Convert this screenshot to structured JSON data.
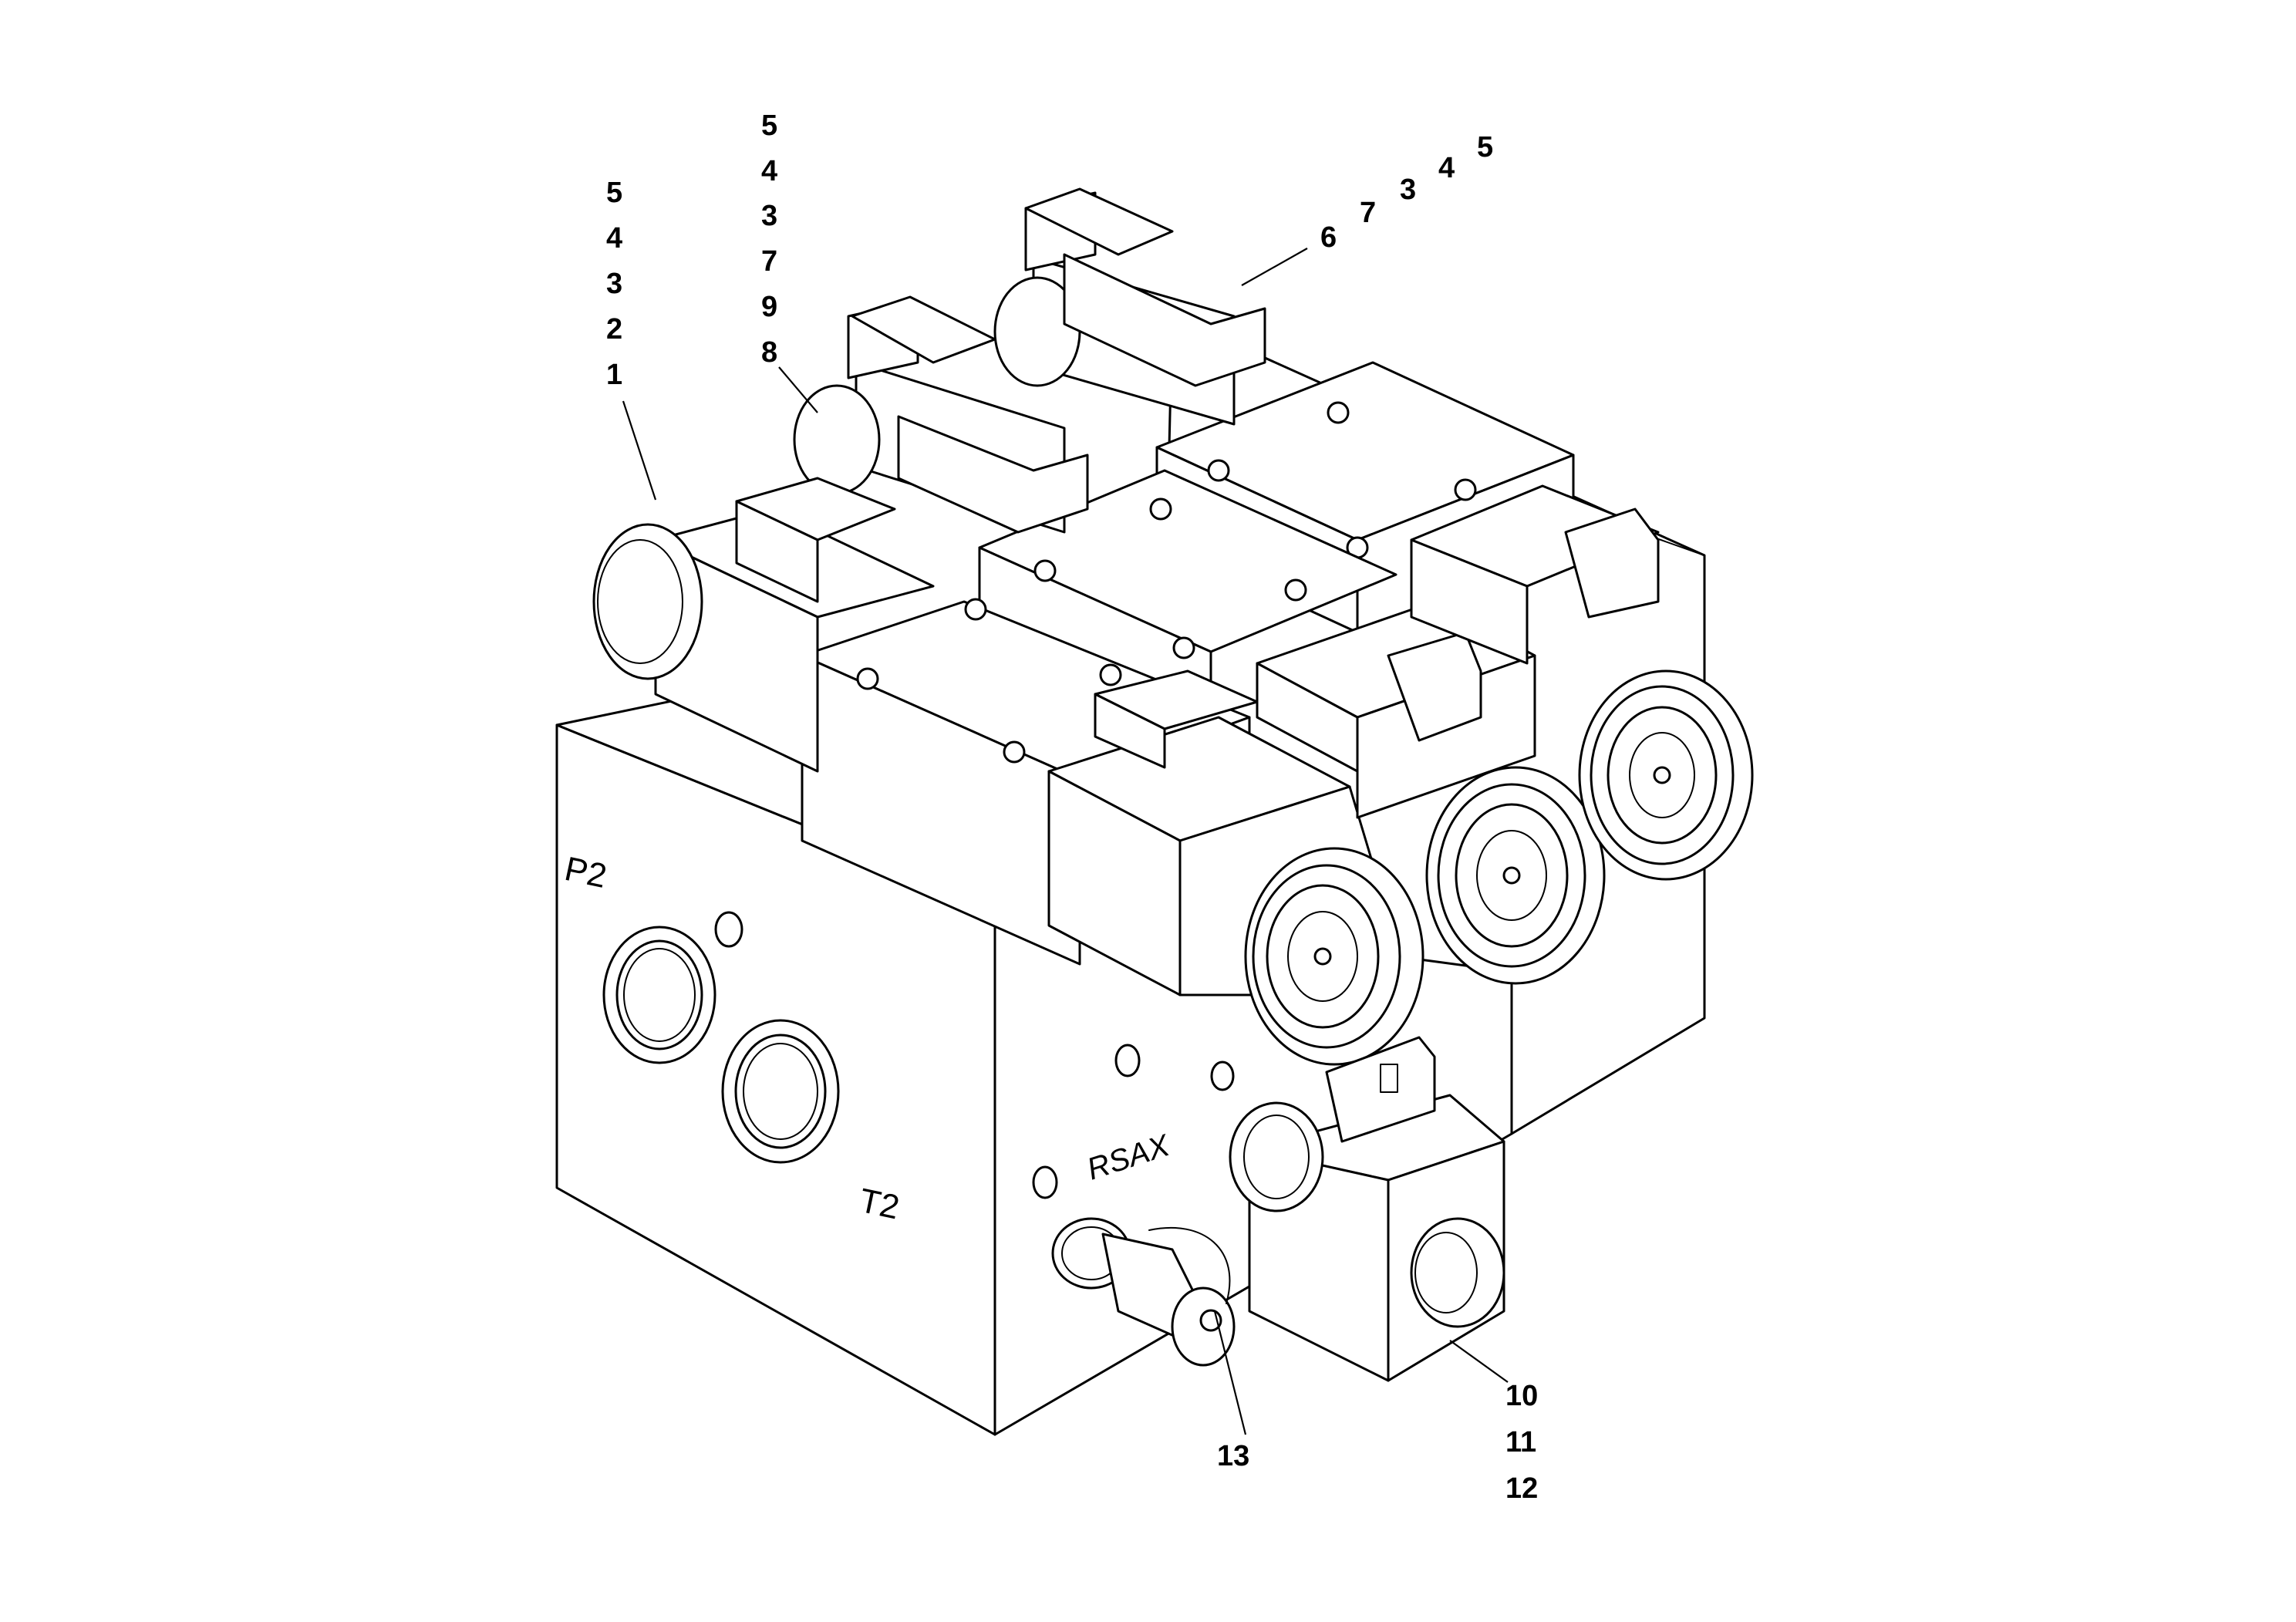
{
  "diagram": {
    "port_labels": {
      "p2": "P2",
      "t2": "T2"
    },
    "block_marking": "RSAX",
    "callouts": {
      "group_left": [
        "5",
        "4",
        "3",
        "2",
        "1"
      ],
      "group_mid": [
        "5",
        "4",
        "3",
        "7",
        "9",
        "8"
      ],
      "group_top": [
        "6",
        "7",
        "3",
        "4",
        "5"
      ],
      "group_bottom_right": [
        "10",
        "11",
        "12"
      ],
      "single_bottom": "13"
    }
  }
}
